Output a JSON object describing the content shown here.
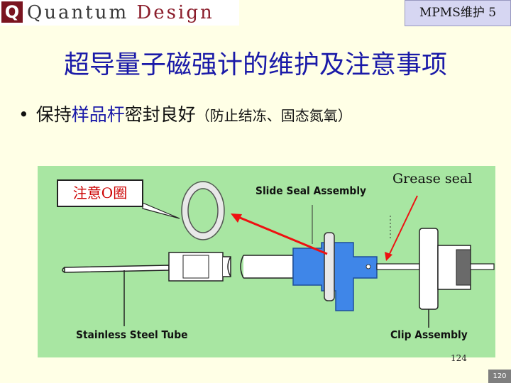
{
  "header": {
    "logo_text": "Quantum Design",
    "logo_word1": "Quantum",
    "logo_word2": "Design",
    "slide_tag": "MPMS维护 5"
  },
  "title": "超导量子磁强计的维护及注意事项",
  "bullet": {
    "text_part1": "保持",
    "text_highlight": "样品杆",
    "text_part2": "密封良好",
    "note": "（防止结冻、固态氮氧）"
  },
  "figure": {
    "callout": "注意O圈",
    "labels": {
      "grease_seal": "Grease seal",
      "slide_seal_assembly": "Slide Seal Assembly",
      "stainless_steel_tube": "Stainless Steel Tube",
      "clip_assembly": "Clip Assembly"
    },
    "figure_number": "124",
    "colors": {
      "background": "#a8e6a2",
      "seal_highlight": "#3f86e8",
      "arrow": "#ee1111"
    }
  },
  "page_number": "120",
  "colors": {
    "slide_background": "#ffffe6",
    "title": "#1a1aa8",
    "logo_accent": "#7a1420"
  }
}
